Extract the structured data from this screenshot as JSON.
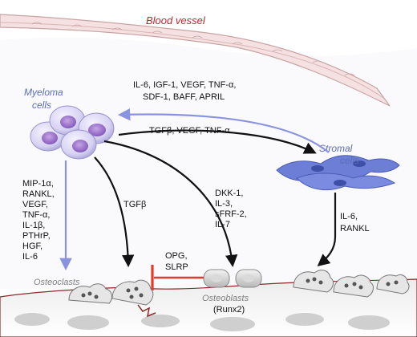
{
  "diagram": {
    "blood_vessel_label": "Blood vessel",
    "myeloma_label": [
      "Myeloma",
      "cells"
    ],
    "stromal_label": [
      "Stromal",
      "cells"
    ],
    "osteoclasts_label": "Osteoclasts",
    "osteoblasts_label": "Osteoblasts",
    "runx2_label": "(Runx2)",
    "stromal_to_myeloma": [
      "IL-6, IGF-1, VEGF, TNF-α,",
      "SDF-1, BAFF, APRIL"
    ],
    "myeloma_to_stromal": "TGFβ, VEGF, TNF-α",
    "myeloma_to_osteoclast_factors": [
      "MIP-1α,",
      "RANKL,",
      "VEGF,",
      "TNF-α,",
      "IL-1β,",
      "PTHrP,",
      "HGF,",
      "IL-6"
    ],
    "myeloma_to_bone_factor": "TGFβ",
    "myeloma_to_osteoblast_factors": [
      "DKK-1,",
      "IL-3,",
      "sFRF-2,",
      "IL-7"
    ],
    "osteoblast_inhibitors": [
      "OPG,",
      "SLRP"
    ],
    "stromal_to_osteoclast_factors": [
      "IL-6,",
      "RANKL"
    ],
    "colors": {
      "vessel": "#f3dcdc",
      "vessel_stroke": "#c9a3a3",
      "myeloma_label": "#5b6db8",
      "arrow_blue": "#8a93e0",
      "inhibit_red": "#e23b2a",
      "bone": "#c9c9c9"
    }
  }
}
